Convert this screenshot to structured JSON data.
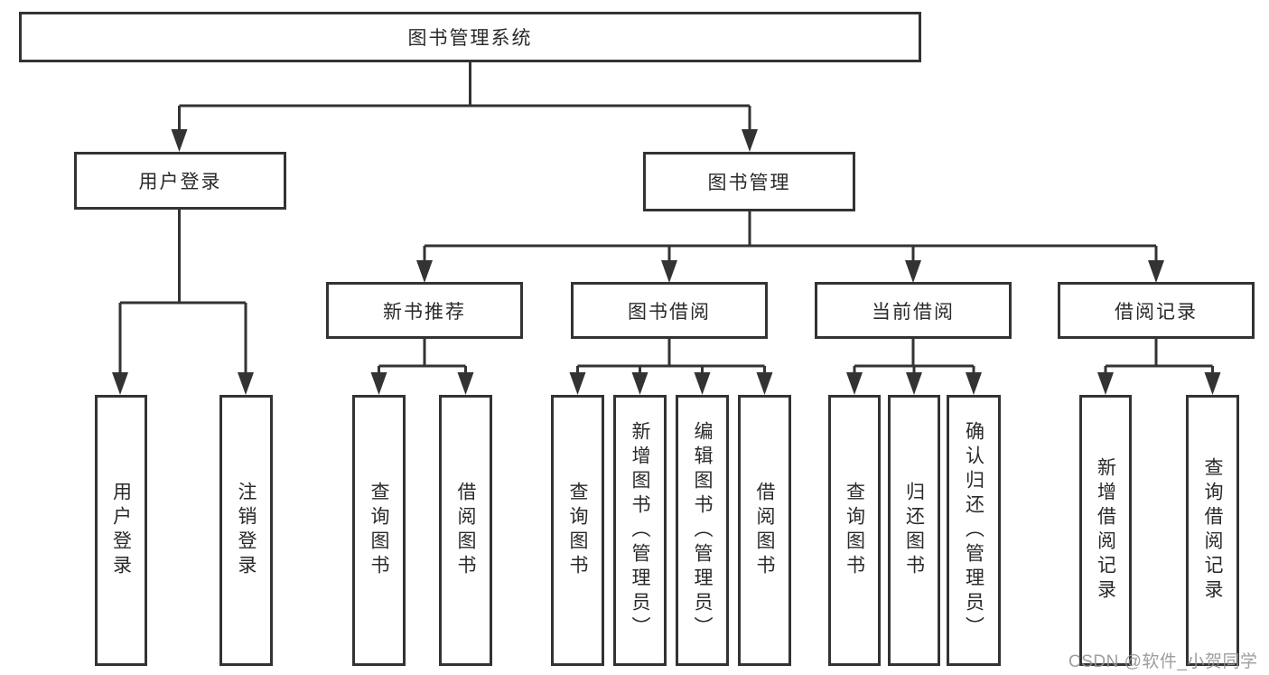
{
  "tree": {
    "label": "图书管理系统",
    "children": [
      {
        "label": "用户登录",
        "children": [
          {
            "label": "用户登录"
          },
          {
            "label": "注销登录"
          }
        ]
      },
      {
        "label": "图书管理",
        "children": [
          {
            "label": "新书推荐",
            "children": [
              {
                "label": "查询图书"
              },
              {
                "label": "借阅图书"
              }
            ]
          },
          {
            "label": "图书借阅",
            "children": [
              {
                "label": "查询图书"
              },
              {
                "label": "新增图书（管理员）"
              },
              {
                "label": "编辑图书（管理员）"
              },
              {
                "label": "借阅图书"
              }
            ]
          },
          {
            "label": "当前借阅",
            "children": [
              {
                "label": "查询图书"
              },
              {
                "label": "归还图书"
              },
              {
                "label": "确认归还（管理员）"
              }
            ]
          },
          {
            "label": "借阅记录",
            "children": [
              {
                "label": "新增借阅记录"
              },
              {
                "label": "查询借阅记录"
              }
            ]
          }
        ]
      }
    ]
  },
  "watermark": "CSDN @软件_小贺同学",
  "colors": {
    "line": "#333333",
    "text": "#2a2a2a",
    "box_background": "#ffffff",
    "watermark": "#949494"
  }
}
